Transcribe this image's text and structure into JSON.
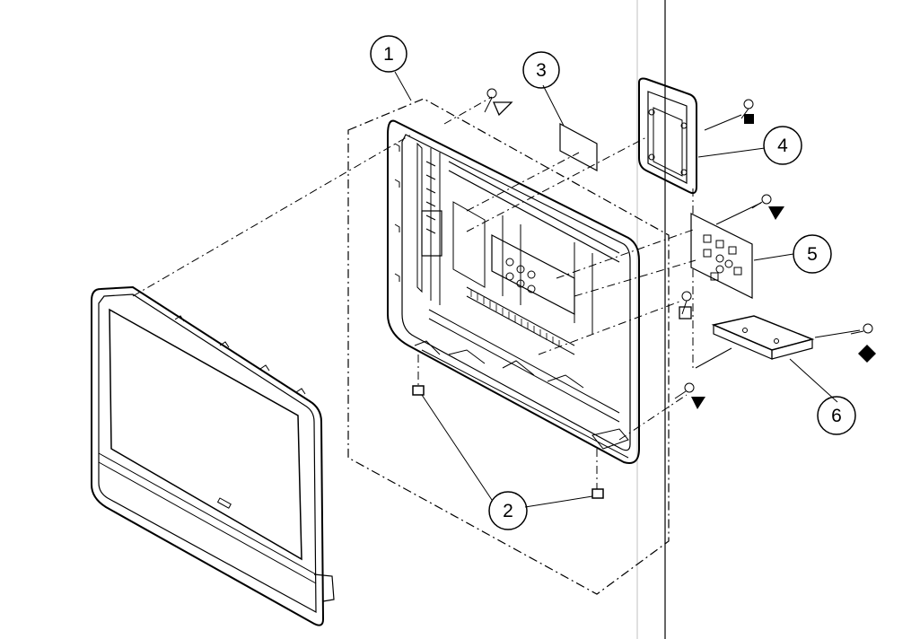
{
  "callouts": [
    {
      "id": "c1",
      "label": "1"
    },
    {
      "id": "c2",
      "label": "2"
    },
    {
      "id": "c3",
      "label": "3"
    },
    {
      "id": "c4",
      "label": "4"
    },
    {
      "id": "c5",
      "label": "5"
    },
    {
      "id": "c6",
      "label": "6"
    }
  ],
  "screw_markers": [
    {
      "part": "top-screw",
      "symbol": "triangle-outline"
    },
    {
      "part": "stand-bracket-screw",
      "symbol": "square-filled"
    },
    {
      "part": "board-screw",
      "symbol": "triangle-filled"
    },
    {
      "part": "side-screw-upper",
      "symbol": "square-outline"
    },
    {
      "part": "side-screw-lower",
      "symbol": "triangle-filled"
    },
    {
      "part": "base-screw",
      "symbol": "diamond-filled"
    }
  ],
  "colors": {
    "line": "#000000",
    "background": "#ffffff"
  }
}
